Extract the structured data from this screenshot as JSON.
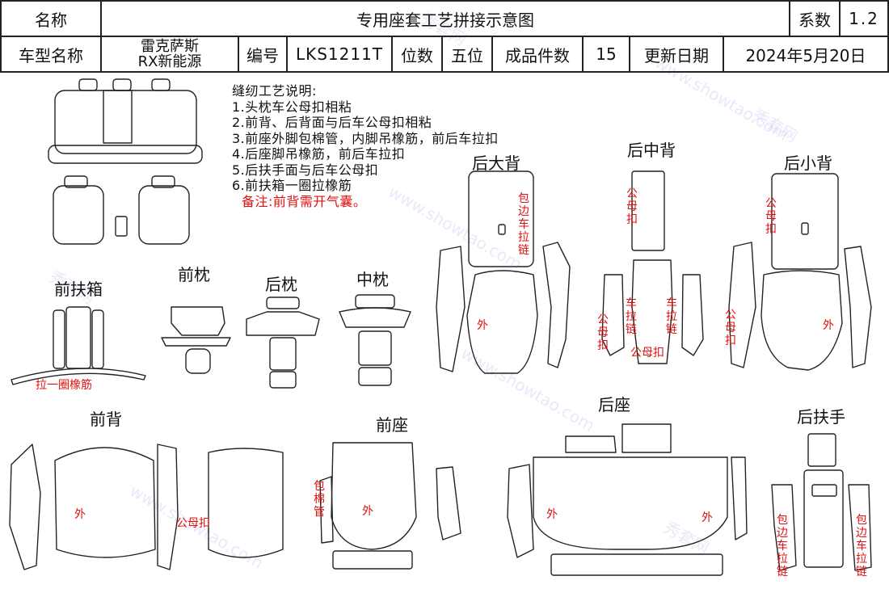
{
  "header": {
    "name_label": "名称",
    "doc_title": "专用座套工艺拼接示意图",
    "series_label": "系数",
    "series_value": "1.2",
    "model_label": "车型名称",
    "model_line1": "雷克萨斯",
    "model_line2": "RX新能源",
    "code_label": "编号",
    "code_value": "LKS1211T",
    "seats_label": "位数",
    "seats_value": "五位",
    "pieces_label": "成品件数",
    "pieces_value": "15",
    "update_label": "更新日期",
    "update_value": "2024年5月20日"
  },
  "notes": {
    "heading": "缝纫工艺说明:",
    "items": [
      "1.头枕车公母扣相粘",
      "2.前背、后背面与后车公母扣相粘",
      "3.前座外脚包棉管，内脚吊橡筋，前后车拉扣",
      "4.后座脚吊橡筋，前后车拉扣",
      "5.后扶手面与后车公母扣",
      "6.前扶箱一圈拉橡筋"
    ],
    "remark": "备注:前背需开气囊。"
  },
  "sections": {
    "rear_big_back": "后大背",
    "rear_mid_back": "后中背",
    "rear_small_back": "后小背",
    "front_armbox": "前扶箱",
    "front_pillow": "前枕",
    "rear_pillow": "后枕",
    "mid_pillow": "中枕",
    "front_back": "前背",
    "front_seat": "前座",
    "rear_seat": "后座",
    "rear_armrest": "后扶手"
  },
  "annotations": {
    "wrap_zipper": "包边车拉链",
    "outer": "外",
    "snap": "公母扣",
    "zipper": "车拉链",
    "elastic_loop": "拉一圈橡筋",
    "wrap_cotton": "包棉管"
  },
  "watermark": {
    "brand": "秀套网",
    "site": "www.showtao.com"
  },
  "colors": {
    "line": "#222222",
    "note_red": "#e01010",
    "watermark": "#9aa0e6"
  }
}
